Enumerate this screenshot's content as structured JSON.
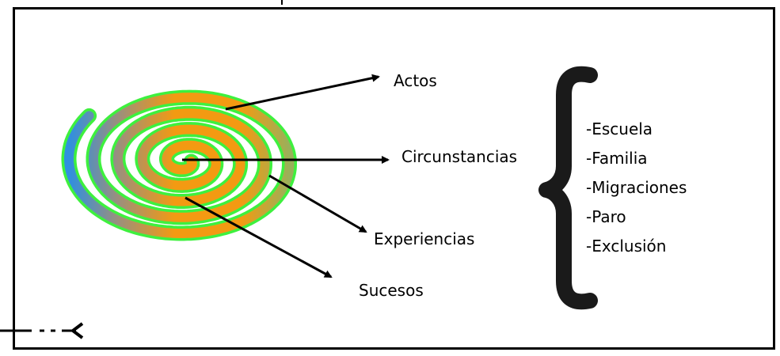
{
  "labels": {
    "actos": "Actos",
    "circunstancias": "Circunstancias",
    "experiencias": "Experiencias",
    "sucesos": "Sucesos"
  },
  "list_items": [
    "-Escuela",
    "-Familia",
    "-Migraciones",
    "-Paro",
    "-Exclusión"
  ],
  "colors": {
    "spiral_outline": "#3ef03e",
    "spiral_blue": "#2f8fe0",
    "spiral_orange": "#f39a12",
    "spiral_gray": "#9a8f7e",
    "ink": "#000000"
  }
}
